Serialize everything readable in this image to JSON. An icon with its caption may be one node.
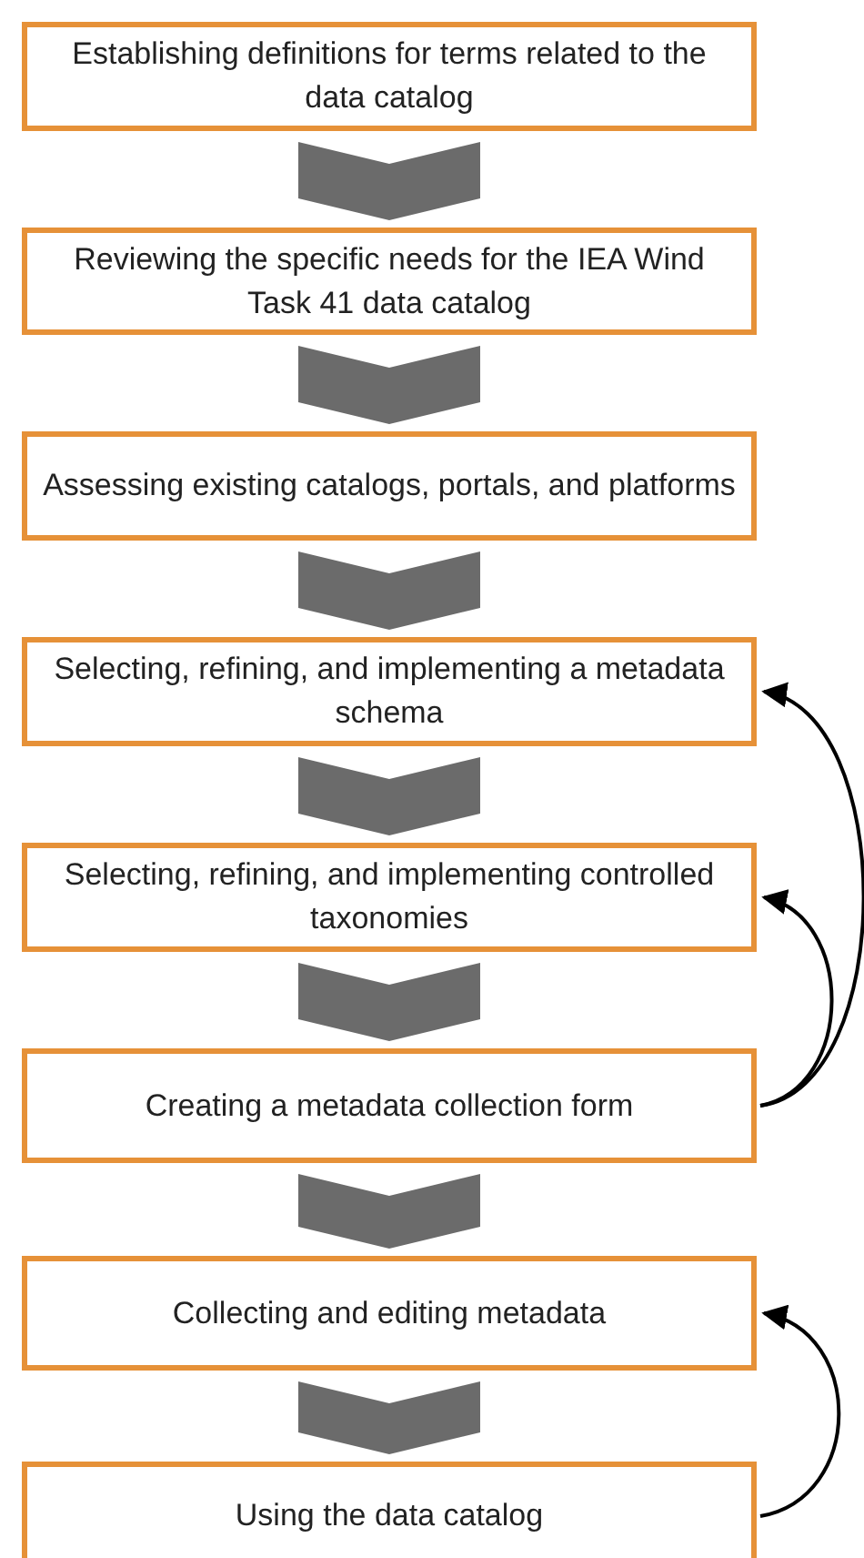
{
  "diagram": {
    "nodes": [
      {
        "text": [
          "Establishing definitions for terms related to the data catalog"
        ]
      },
      {
        "text": [
          "Reviewing the specific needs for the IEA Wind Task 41 data catalog"
        ]
      },
      {
        "text": [
          "Assessing existing catalogs, portals, and platforms"
        ]
      },
      {
        "text": [
          "Selecting, refining, and implementing a metadata schema"
        ]
      },
      {
        "text": [
          "Selecting, refining, and implementing controlled taxonomies"
        ]
      },
      {
        "text": [
          "Creating a metadata collection form"
        ]
      },
      {
        "text": [
          "Collecting and editing metadata"
        ]
      },
      {
        "text": [
          "Using the data catalog"
        ]
      }
    ],
    "edges": [
      {
        "from": 0,
        "to": 1,
        "arrow": "to",
        "style": "thick",
        "color": "#6b6b6b"
      },
      {
        "from": 1,
        "to": 2,
        "arrow": "to",
        "style": "thick",
        "color": "#6b6b6b"
      },
      {
        "from": 2,
        "to": 3,
        "arrow": "to",
        "style": "thick",
        "color": "#6b6b6b"
      },
      {
        "from": 3,
        "to": 4,
        "arrow": "to",
        "style": "thick",
        "color": "#6b6b6b"
      },
      {
        "from": 4,
        "to": 5,
        "arrow": "to",
        "style": "thick",
        "color": "#6b6b6b"
      },
      {
        "from": 5,
        "to": 6,
        "arrow": "to",
        "style": "thick",
        "color": "#6b6b6b"
      },
      {
        "from": 6,
        "to": 7,
        "arrow": "to",
        "style": "thick",
        "color": "#6b6b6b"
      },
      {
        "from": 5,
        "to": 3,
        "arrow": "to"
      },
      {
        "from": 5,
        "to": 4,
        "arrow": "to"
      },
      {
        "from": 7,
        "to": 6,
        "arrow": "to"
      }
    ]
  }
}
